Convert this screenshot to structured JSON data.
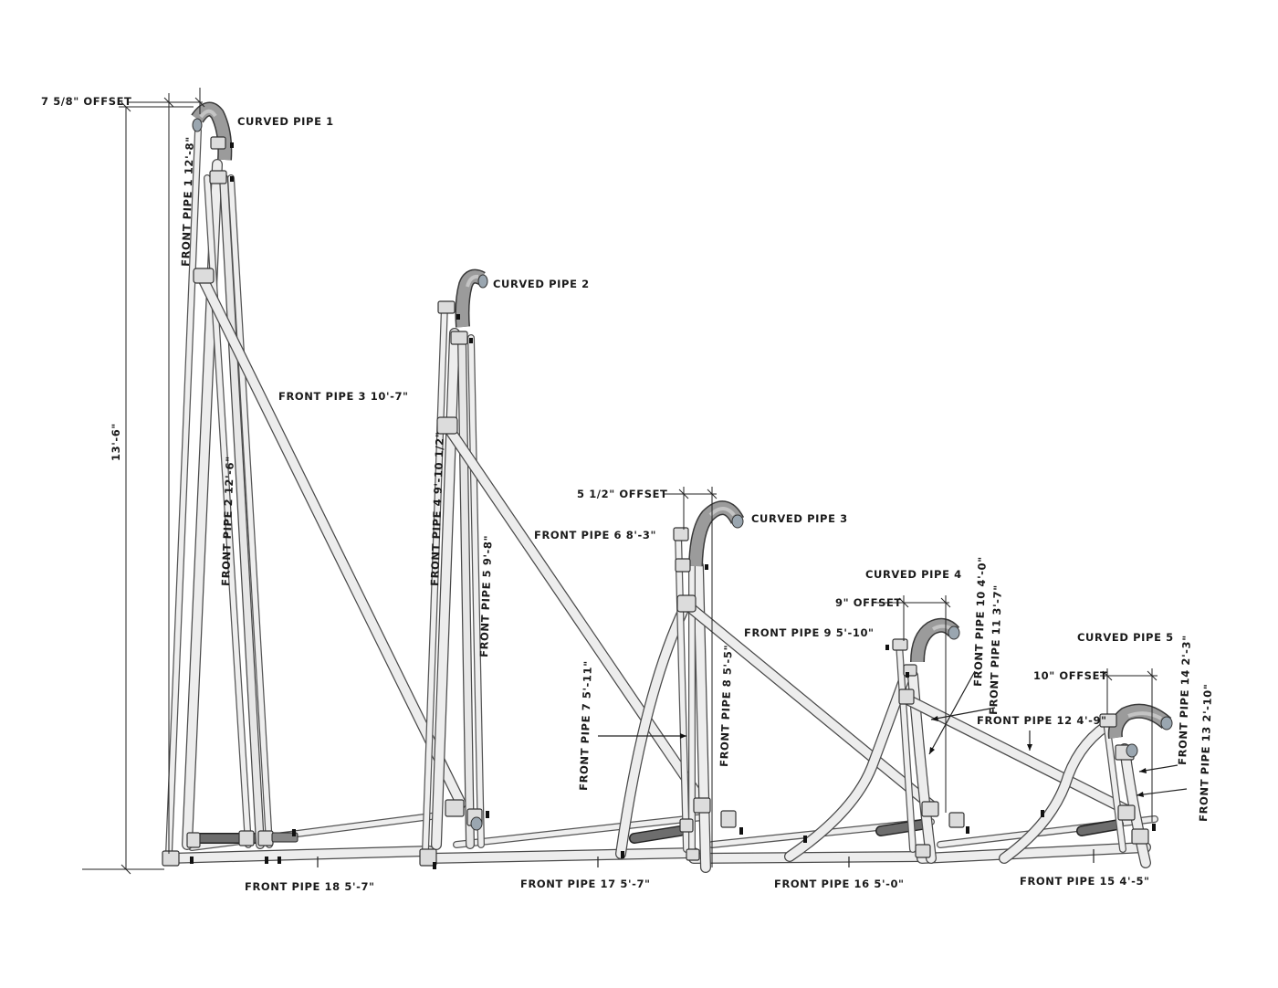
{
  "labels": {
    "offset_1": "7 5/8\" OFFSET",
    "curved_pipe_1": "CURVED PIPE 1",
    "front_pipe_1": "FRONT PIPE 1 12'-8\"",
    "height_dim": "13'-6\"",
    "front_pipe_2": "FRONT PIPE 2 12'-6\"",
    "front_pipe_3": "FRONT PIPE 3 10'-7\"",
    "curved_pipe_2": "CURVED PIPE 2",
    "front_pipe_4": "FRONT PIPE 4 9'-10 1/2\"",
    "front_pipe_5": "FRONT PIPE 5 9'-8\"",
    "front_pipe_6": "FRONT PIPE 6 8'-3\"",
    "offset_3": "5 1/2\" OFFSET",
    "curved_pipe_3": "CURVED PIPE 3",
    "front_pipe_7": "FRONT PIPE 7 5'-11\"",
    "front_pipe_8": "FRONT PIPE 8 5'-5\"",
    "front_pipe_9": "FRONT PIPE 9 5'-10\"",
    "curved_pipe_4": "CURVED PIPE 4",
    "offset_4": "9\" OFFSET",
    "front_pipe_10": "FRONT PIPE 10 4'-0\"",
    "front_pipe_11": "FRONT PIPE 11 3'-7\"",
    "front_pipe_12": "FRONT PIPE 12 4'-9\"",
    "curved_pipe_5": "CURVED PIPE 5",
    "offset_5": "10\" OFFSET",
    "front_pipe_14": "FRONT PIPE 14 2'-3\"",
    "front_pipe_13": "FRONT PIPE 13 2'-10\"",
    "front_pipe_18": "FRONT PIPE 18 5'-7\"",
    "front_pipe_17": "FRONT PIPE 17 5'-7\"",
    "front_pipe_16": "FRONT PIPE 16 5'-0\"",
    "front_pipe_15": "FRONT PIPE 15 4'-5\""
  }
}
